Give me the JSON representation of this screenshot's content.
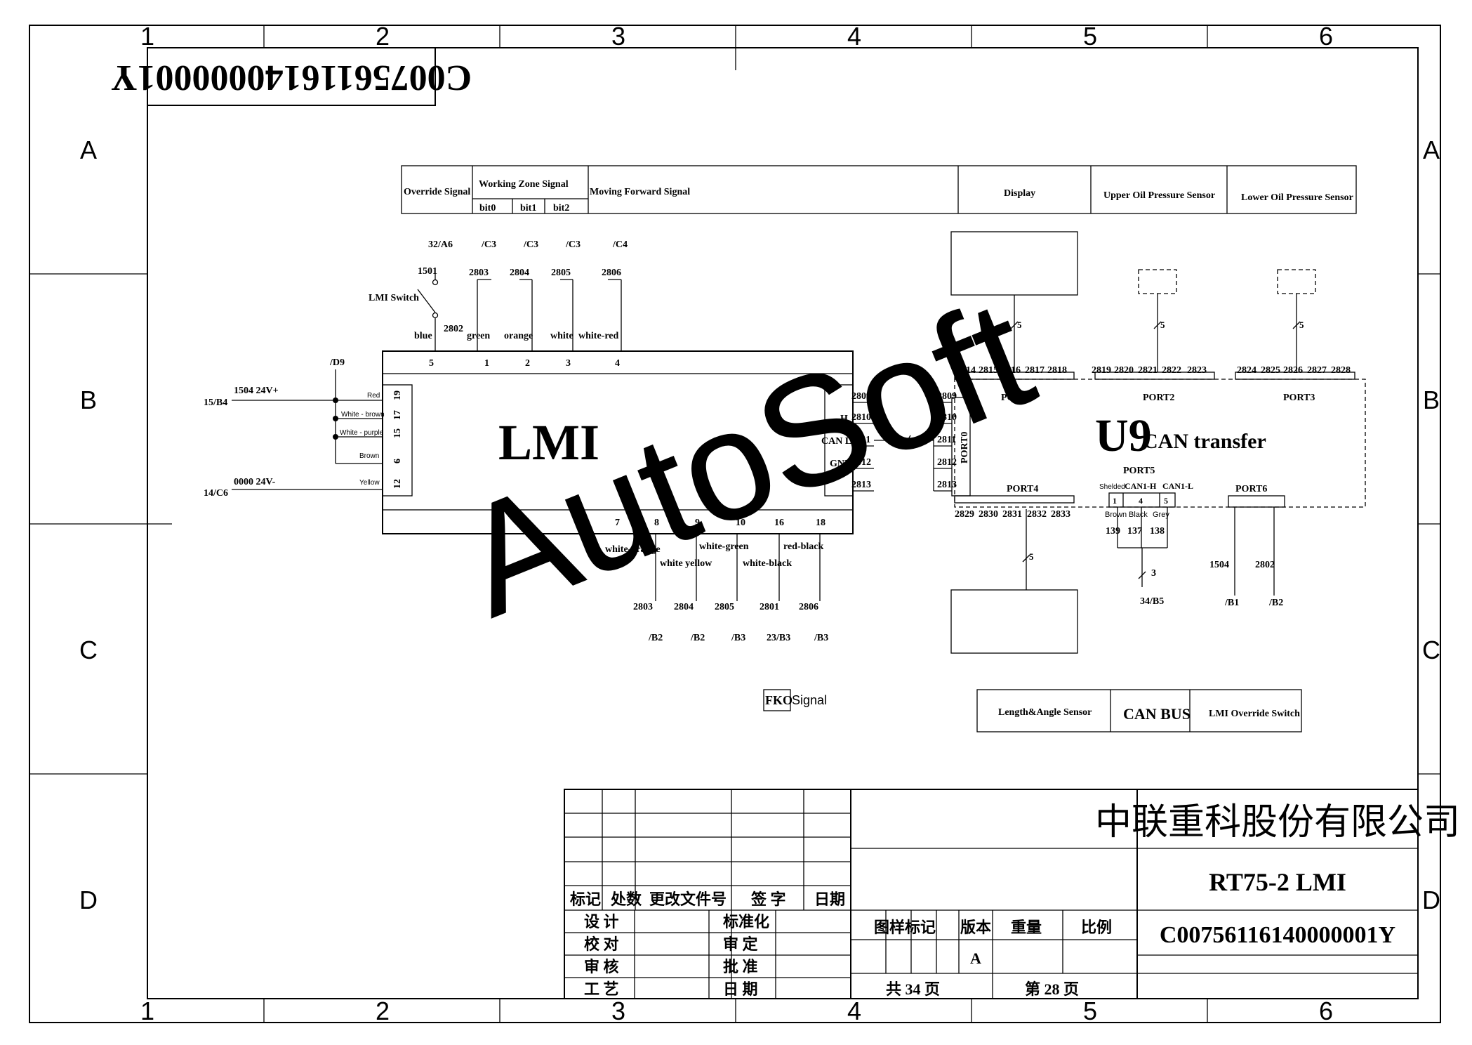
{
  "sheet": {
    "grid_numbers": [
      "1",
      "2",
      "3",
      "4",
      "5",
      "6"
    ],
    "grid_letters": [
      "A",
      "B",
      "C",
      "D"
    ],
    "doc_number_mirrored": "C00756116140000001Y"
  },
  "signal_table": {
    "override_signal": "Override Signal",
    "working_zone_signal": "Working Zone Signal",
    "bits": [
      "bit0",
      "bit1",
      "bit2"
    ],
    "moving_forward_signal": "Moving Forward Signal",
    "display": "Display",
    "upper_oil": "Upper Oil Pressure Sensor",
    "lower_oil": "Lower Oil Pressure Sensor"
  },
  "top_wires": {
    "refs": [
      "32/A6",
      "/C3",
      "/C3",
      "/C3",
      "/C4"
    ],
    "numbers": [
      "1501",
      "2803",
      "2804",
      "2805",
      "2806"
    ],
    "lmi_switch": "LMI Switch",
    "wire_2802": "2802",
    "colors": [
      "blue",
      "green",
      "orange",
      "white",
      "white-red"
    ],
    "pins": [
      "5",
      "1",
      "2",
      "3",
      "4"
    ]
  },
  "lmi": {
    "title": "LMI",
    "left_ref_top": "/D9",
    "supply_pos_ref": "15/B4",
    "supply_pos_label": "1504  24V+",
    "supply_neg_ref": "14/C6",
    "supply_neg_label": "0000  24V-",
    "left_wires": [
      "Red",
      "White - brown",
      "White - purple",
      "Brown",
      "Yellow"
    ],
    "left_pins": [
      "19",
      "17",
      "15",
      "6",
      "12"
    ],
    "can_labels": [
      "H",
      "CAN L",
      "GND"
    ],
    "right_wires": [
      "2809",
      "2810",
      "2811",
      "2812",
      "2813"
    ],
    "bottom_pins": [
      "7",
      "8",
      "9",
      "10",
      "16",
      "18"
    ],
    "bottom_colors": [
      "white-orange",
      "white yellow",
      "white-green",
      "white-black",
      "red-black"
    ],
    "bottom_wires": [
      "2803",
      "2804",
      "2805",
      "2801",
      "2806"
    ],
    "bottom_refs": [
      "/B2",
      "/B2",
      "/B3",
      "23/B3",
      "/B3"
    ],
    "bus_count": "5"
  },
  "u9": {
    "title": "U9",
    "subtitle": "CAN transfer",
    "port0": "PORT0",
    "port0_wires": [
      "2809",
      "2810",
      "2811",
      "2812",
      "2813"
    ],
    "port1": "PORT1",
    "port1_wires": [
      "2814",
      "2815",
      "2816",
      "2817",
      "2818"
    ],
    "port2": "PORT2",
    "port2_wires": [
      "2819",
      "2820",
      "2821",
      "2822",
      "2823"
    ],
    "port3": "PORT3",
    "port3_wires": [
      "2824",
      "2825",
      "2826",
      "2827",
      "2828"
    ],
    "port4": "PORT4",
    "port4_wires": [
      "2829",
      "2830",
      "2831",
      "2832",
      "2833"
    ],
    "port5": "PORT5",
    "port5_labels": [
      "Shelded",
      "CAN1-H",
      "CAN1-L"
    ],
    "port5_pins": [
      "1",
      "4",
      "5"
    ],
    "port5_colors": [
      "Brown",
      "Black",
      "Grey"
    ],
    "port5_wires": [
      "139",
      "137",
      "138"
    ],
    "port5_count": "3",
    "port5_ref": "34/B5",
    "port6": "PORT6",
    "port6_wires": [
      "1504",
      "2802"
    ],
    "port6_refs": [
      "/B1",
      "/B2"
    ],
    "cable_count": "5"
  },
  "fko": {
    "box": "FKO",
    "label": "Signal"
  },
  "legend": {
    "length_angle": "Length&Angle Sensor",
    "can_bus": "CAN BUS",
    "lmi_override": "LMI Override Switch"
  },
  "watermark": "AutoSoft",
  "title_block": {
    "company": "中联重科股份有限公司",
    "drawing_name": "RT75-2 LMI",
    "drawing_number": "C00756116140000001Y",
    "rev_headers": [
      "标记",
      "处数",
      "更改文件号",
      "签  字",
      "日期"
    ],
    "left_roles": [
      "设  计",
      "校  对",
      "审  核",
      "工  艺"
    ],
    "mid_roles": [
      "标准化",
      "审  定",
      "批  准",
      "日  期"
    ],
    "info_headers": [
      "图样标记",
      "版本",
      "重量",
      "比例"
    ],
    "version": "A",
    "total_pages": "共  34  页",
    "page": "第  28  页"
  }
}
